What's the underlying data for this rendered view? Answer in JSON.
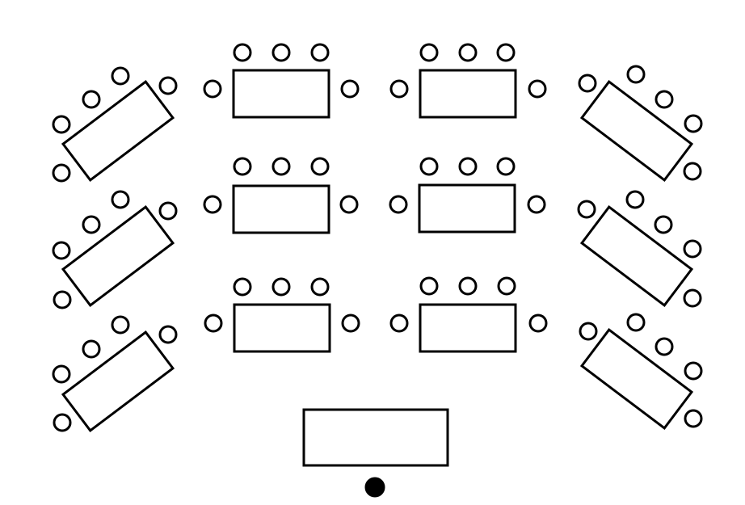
{
  "diagram": {
    "type": "classroom-seating-layout",
    "colors": {
      "line": "#000000",
      "fill": "#ffffff",
      "presenter": "#000000"
    },
    "groups": [
      {
        "id": "left-top",
        "kind": "angled-table",
        "seats": 5
      },
      {
        "id": "left-middle",
        "kind": "angled-table",
        "seats": 5
      },
      {
        "id": "left-bottom",
        "kind": "angled-table",
        "seats": 5
      },
      {
        "id": "center-left-top",
        "kind": "rect-table",
        "seats": 5
      },
      {
        "id": "center-left-middle",
        "kind": "rect-table",
        "seats": 5
      },
      {
        "id": "center-left-bottom",
        "kind": "rect-table",
        "seats": 5
      },
      {
        "id": "center-right-top",
        "kind": "rect-table",
        "seats": 5
      },
      {
        "id": "center-right-middle",
        "kind": "rect-table",
        "seats": 5
      },
      {
        "id": "center-right-bottom",
        "kind": "rect-table",
        "seats": 5
      },
      {
        "id": "right-top",
        "kind": "angled-table",
        "seats": 5
      },
      {
        "id": "right-middle",
        "kind": "angled-table",
        "seats": 5
      },
      {
        "id": "right-bottom",
        "kind": "angled-table",
        "seats": 5
      }
    ],
    "front_table": {
      "kind": "instructor-table"
    },
    "presenter": {
      "kind": "presenter-dot"
    }
  }
}
